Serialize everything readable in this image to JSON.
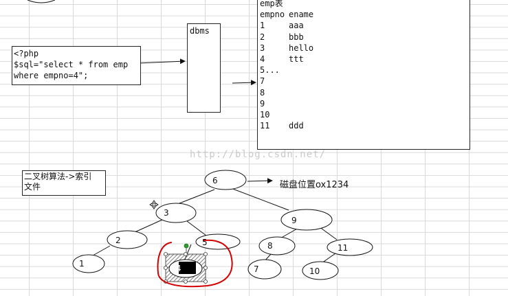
{
  "php_box": {
    "lines": [
      "<?php",
      "$sql=\"select * from emp",
      "where empno=4\";"
    ]
  },
  "dbms_box": {
    "label": "dbms"
  },
  "emp_table": {
    "title": "emp表",
    "headers": [
      "empno",
      "ename"
    ],
    "rows": [
      [
        "1",
        "aaa"
      ],
      [
        "2",
        "bbb"
      ],
      [
        "3",
        "hello"
      ],
      [
        "4",
        "ttt"
      ],
      [
        "5...",
        ""
      ],
      [
        "7",
        ""
      ],
      [
        "8",
        ""
      ],
      [
        "9",
        ""
      ],
      [
        "10",
        ""
      ],
      [
        "11",
        "ddd"
      ]
    ]
  },
  "index_box": {
    "lines": [
      "二叉树算法->索引",
      "文件"
    ]
  },
  "disk_label": "磁盘位置ox1234",
  "watermark": "http://blog.csdn.net/",
  "tree": {
    "nodes": [
      "6",
      "3",
      "9",
      "2",
      "5",
      "8",
      "11",
      "1",
      "4",
      "7",
      "10"
    ],
    "selected_node": "4"
  },
  "colors": {
    "annotation": "#d40000",
    "selection_handle": "#2e9e2e",
    "line": "#111111"
  }
}
